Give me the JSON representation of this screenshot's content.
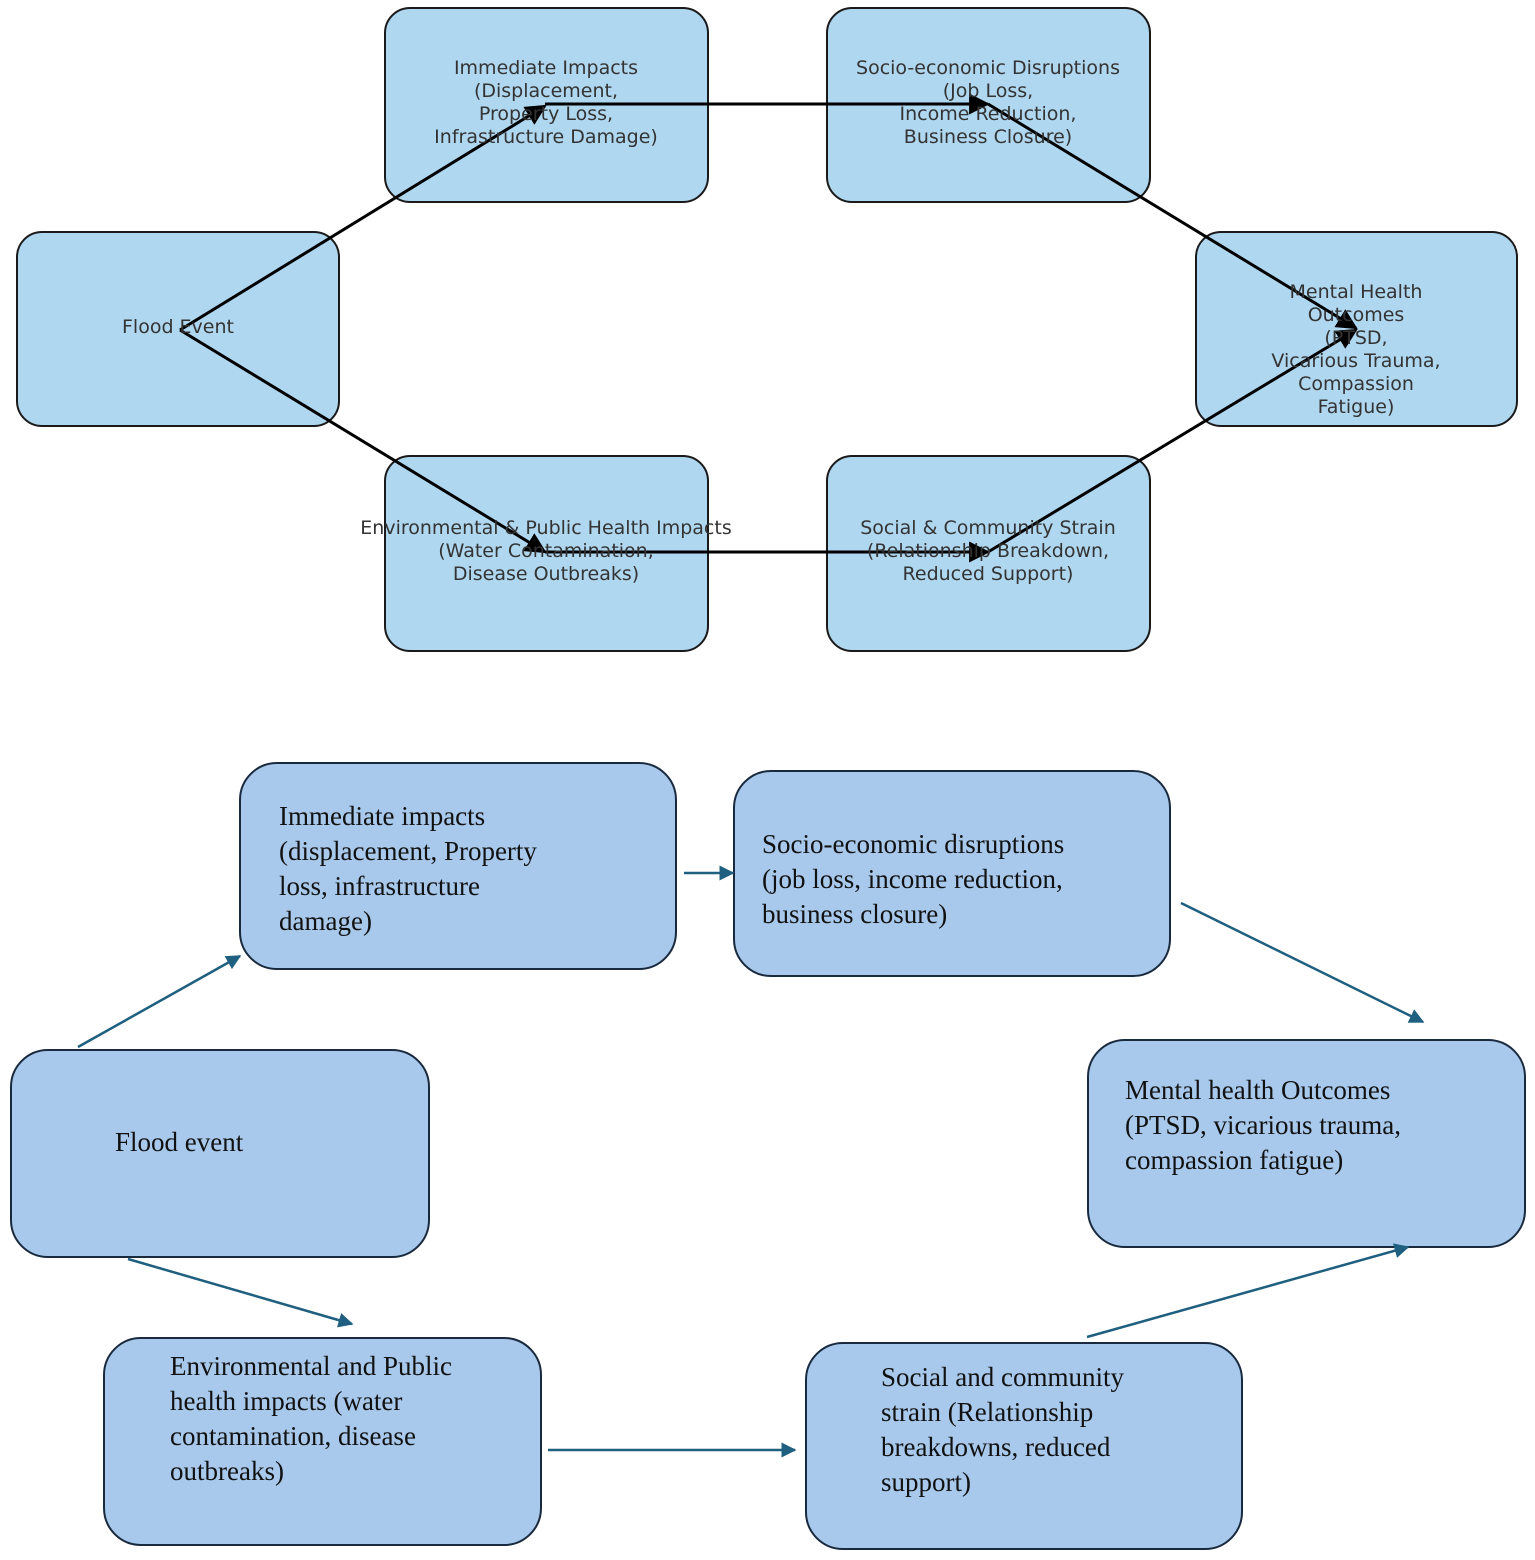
{
  "top_diagram": {
    "nodes": {
      "flood": "Flood Event",
      "immediate": "Immediate Impacts\n(Displacement,\nProperty Loss,\nInfrastructure Damage)",
      "socio": "Socio-economic Disruptions\n(Job Loss,\nIncome Reduction,\nBusiness Closure)",
      "mental": "Mental Health Outcomes\n(PTSD,\nVicarious Trauma,\nCompassion Fatigue)",
      "environmental": "Environmental & Public Health Impacts\n(Water Contamination,\nDisease Outbreaks)",
      "social": "Social & Community Strain\n(Relationship Breakdown,\nReduced Support)"
    },
    "colors": {
      "box_fill": "#b0d7f0",
      "box_border": "#1a1a1a",
      "arrow": "#000000"
    }
  },
  "bottom_diagram": {
    "nodes": {
      "flood": "Flood event",
      "immediate": "Immediate impacts\n(displacement, Property\nloss, infrastructure\ndamage)",
      "socio": "Socio-economic disruptions\n(job loss, income reduction,\nbusiness closure)",
      "mental": "Mental health Outcomes\n(PTSD, vicarious trauma,\ncompassion fatigue)",
      "environmental": "Environmental and Public\nhealth impacts (water\ncontamination, disease\noutbreaks)",
      "social": "Social and community\nstrain (Relationship\nbreakdowns, reduced\nsupport)"
    },
    "colors": {
      "box_fill": "#a8c9ec",
      "box_border": "#1a2a3e",
      "arrow": "#1f5f7f"
    }
  },
  "edges": [
    [
      "flood",
      "immediate"
    ],
    [
      "flood",
      "environmental"
    ],
    [
      "immediate",
      "socio"
    ],
    [
      "socio",
      "mental"
    ],
    [
      "environmental",
      "social"
    ],
    [
      "social",
      "mental"
    ]
  ]
}
